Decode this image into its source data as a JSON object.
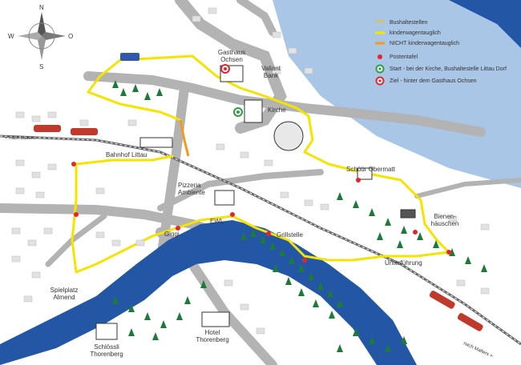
{
  "compass": {
    "n": "N",
    "s": "S",
    "e": "O",
    "w": "W"
  },
  "legend": {
    "items": [
      {
        "key": "bus_stop",
        "label": "Bushaltestellen",
        "color": "#f2c200"
      },
      {
        "key": "stroller_ok",
        "label": "kinderwagentauglich",
        "color": "#f5e400"
      },
      {
        "key": "stroller_not",
        "label": "NICHT kinderwagentauglich",
        "color": "#f39a1e"
      },
      {
        "key": "post",
        "label": "Postentafel",
        "color": "#e3262e"
      },
      {
        "key": "start",
        "label": "Start - bei der Kirche, Bushaltestelle Littau Dorf",
        "color": "#2e9e45"
      },
      {
        "key": "goal",
        "label": "Ziel - hinter dem Gasthaus Ochsen",
        "color": "#e3262e"
      }
    ]
  },
  "places": {
    "gasthaus": "Gasthaus\nOchsen",
    "valiant": "Valiant\nBank",
    "kirche": "Kirche",
    "bahnhof": "Bahnhof Littau",
    "pizzeria": "Pizzeria\nAmbiente",
    "schuer": "Schüür Obermatt",
    "bienen": "Bienen-\nhäuschen",
    "ewl": "EWL",
    "grillstelle": "Grillstelle",
    "unterfuehrung": "Unterführung",
    "spielplatz": "Spielplatz\nAlmend",
    "schloessli": "Schlössli\nThorenberg",
    "hotel": "Hotel\nThorenberg",
    "gigg": "Giggi",
    "nach_luzern": "< nach Luzern",
    "nach_malters": "nach Malters >"
  },
  "colors": {
    "river": "#2456a6",
    "river_light": "#a9c6e6",
    "road": "#b3b3b3",
    "route": "#f5e400",
    "rail": "#666666",
    "tree": "#1e7a3a",
    "house": "#e1e1e1"
  }
}
